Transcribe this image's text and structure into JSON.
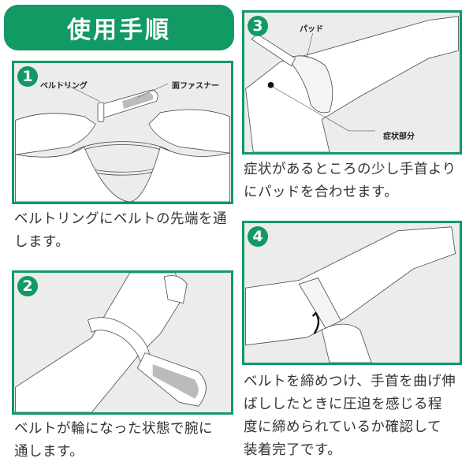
{
  "header": {
    "title": "使用手順"
  },
  "colors": {
    "accent": "#119a64",
    "panel_bg": "#ececec",
    "text": "#333333"
  },
  "steps": [
    {
      "number": "1",
      "labels": [
        "ベルトリング",
        "面ファスナー"
      ],
      "caption_lines": [
        "ベルトリングにベルトの先端を通",
        "します。"
      ]
    },
    {
      "number": "2",
      "labels": [],
      "caption_lines": [
        "ベルトが輪になった状態で腕に",
        "通します。"
      ]
    },
    {
      "number": "3",
      "labels": [
        "パッド",
        "症状部分"
      ],
      "caption_lines": [
        "症状があるところの少し手首より",
        "にパッドを合わせます。"
      ]
    },
    {
      "number": "4",
      "labels": [],
      "caption_lines": [
        "ベルトを締めつけ、手首を曲げ伸",
        "ばししたときに圧迫を感じる程",
        "度に締められているか確認して",
        "装着完了です。"
      ]
    }
  ]
}
